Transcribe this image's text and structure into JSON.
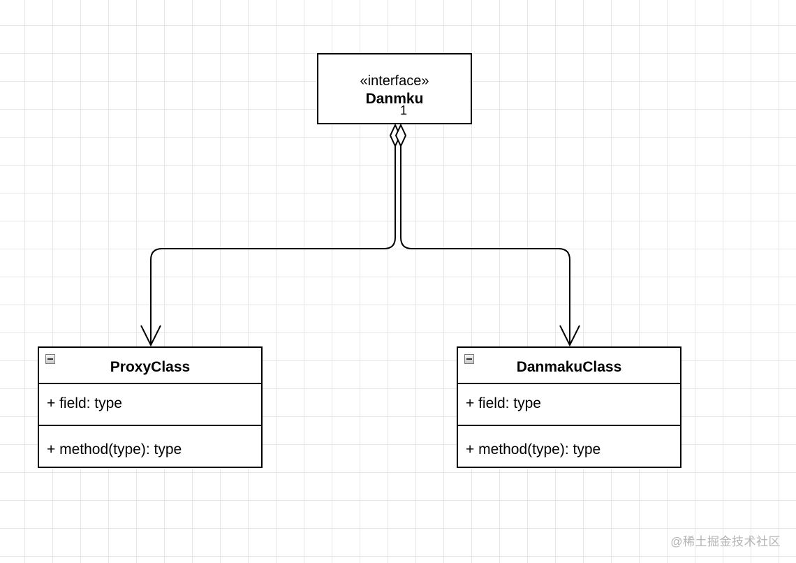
{
  "interface": {
    "stereotype": "«interface»",
    "name": "Danmku",
    "multiplicity": "1"
  },
  "classes": [
    {
      "name": "ProxyClass",
      "field": "+ field: type",
      "method": "+ method(type): type"
    },
    {
      "name": "DanmakuClass",
      "field": "+ field: type",
      "method": "+ method(type): type"
    }
  ],
  "relationships": [
    {
      "type": "aggregation",
      "from": "Danmku",
      "to": "ProxyClass",
      "arrow": "open"
    },
    {
      "type": "aggregation",
      "from": "Danmku",
      "to": "DanmakuClass",
      "arrow": "open"
    }
  ],
  "watermark": "@稀土掘金技术社区",
  "colors": {
    "stroke": "#000000",
    "grid": "#e6e6e6",
    "watermark": "#b4b4b4"
  }
}
